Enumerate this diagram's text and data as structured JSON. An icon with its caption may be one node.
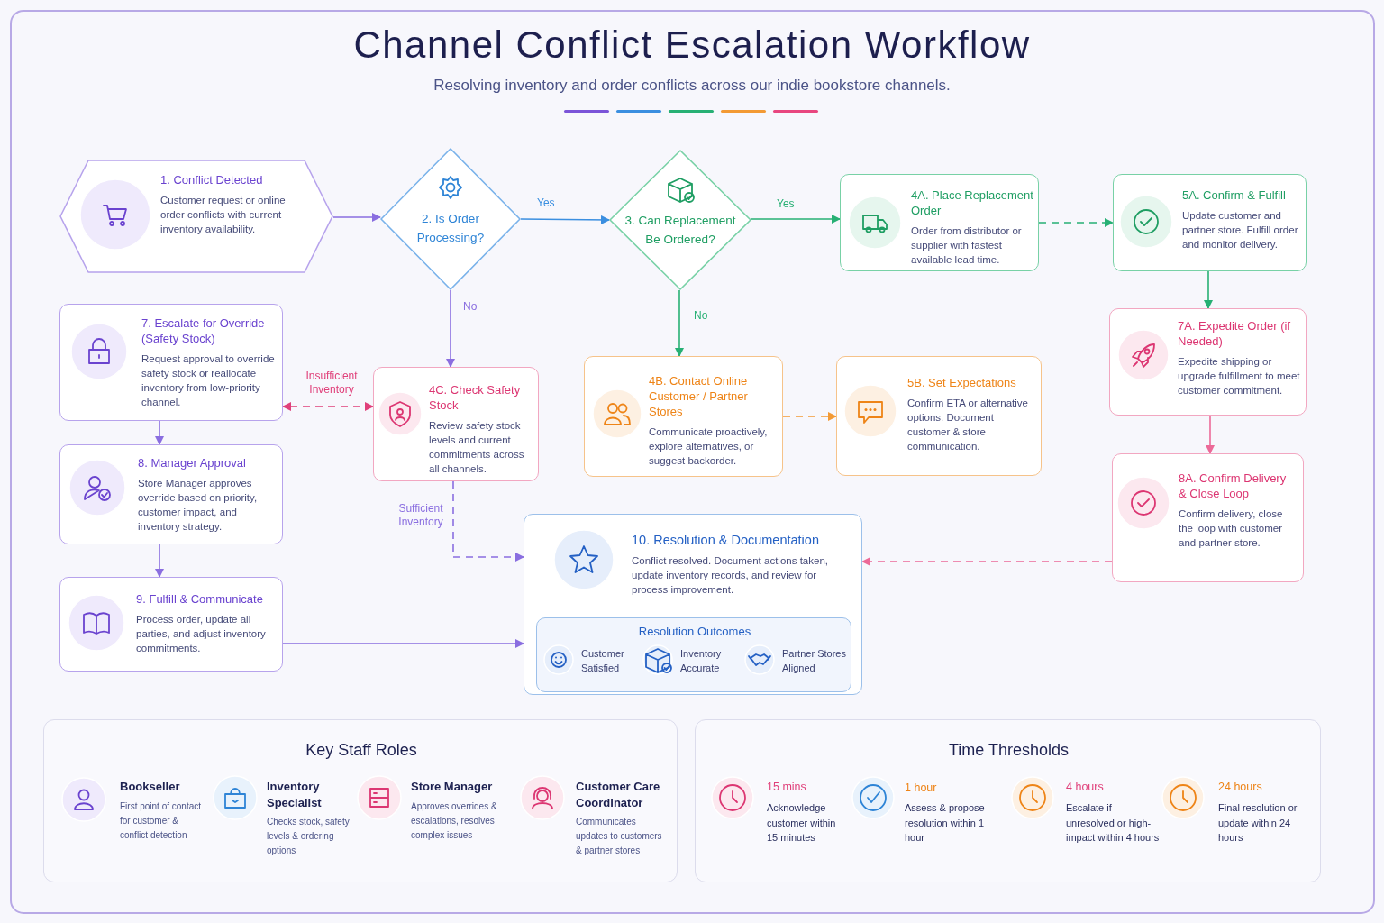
{
  "diagram": {
    "title": "Channel Conflict Escalation Workflow",
    "nodes": [
      {
        "text": [
          "1. Conflict Detected",
          "Customer request or online order conflicts with current inventory availability."
        ]
      },
      {
        "text": [
          "2. Is Order Processing?"
        ]
      },
      {
        "text": [
          "3. Can Replacement Be Ordered?"
        ]
      },
      {
        "text": [
          "4A. Place Replacement Order",
          "Order from distributor or supplier with fastest available lead time."
        ]
      },
      {
        "text": [
          "5A. Confirm & Fulfill",
          "Update customer and partner store. Fulfill order and monitor delivery."
        ]
      },
      {
        "text": [
          "7. Escalate for Override (Safety Stock)",
          "Request approval to override safety stock or reallocate inventory from low-priority channel."
        ]
      },
      {
        "text": [
          "4C. Check Safety Stock",
          "Review safety stock levels and current commitments across all channels."
        ]
      },
      {
        "text": [
          "4B. Contact Online Customer / Partner Stores",
          "Communicate proactively, explore alternatives, or suggest backorder."
        ]
      },
      {
        "text": [
          "5B. Set Expectations",
          "Confirm ETA or alternative options. Document customer & store communication."
        ]
      },
      {
        "text": [
          "7A. Expedite Order (if Needed)",
          "Expedite shipping or upgrade fulfillment to meet customer commitment."
        ]
      },
      {
        "text": [
          "8. Manager Approval",
          "Store Manager approves override based on priority, customer impact, and inventory strategy."
        ]
      },
      {
        "text": [
          "8A. Confirm Delivery & Close Loop",
          "Confirm delivery, close the loop with customer and partner store."
        ]
      },
      {
        "text": [
          "9. Fulfill & Communicate",
          "Process order, update all parties, and adjust inventory commitments."
        ]
      },
      {
        "text": [
          "10. Resolution & Documentation",
          "Conflict resolved. Document actions taken, update inventory records, and review for process improvement."
        ]
      },
      {
        "text": [
          "Resolution Outcomes"
        ],
        "in": 13
      },
      {
        "text": [
          "Key Staff Roles"
        ]
      },
      {
        "text": [
          "Time Thresholds"
        ]
      }
    ],
    "edges": [
      {
        "from": 0,
        "to": 1,
        "arrow": "to"
      },
      {
        "from": 1,
        "to": 2,
        "arrow": "to",
        "label": "Yes",
        "color": "#3b8fe0"
      },
      {
        "from": 2,
        "to": 3,
        "arrow": "to",
        "label": "Yes",
        "color": "#27b074"
      },
      {
        "from": 3,
        "to": 4,
        "arrow": "to",
        "style": "dashed",
        "color": "#27b074"
      },
      {
        "from": 4,
        "to": 9,
        "arrow": "to",
        "color": "#27b074"
      },
      {
        "from": 9,
        "to": 11,
        "arrow": "to",
        "color": "#ec6a98"
      },
      {
        "from": 11,
        "to": 13,
        "arrow": "to",
        "style": "dashed",
        "color": "#ec6a98"
      },
      {
        "from": 1,
        "to": 6,
        "arrow": "to",
        "label": "No"
      },
      {
        "from": 2,
        "to": 7,
        "arrow": "to",
        "label": "No",
        "color": "#27b074"
      },
      {
        "from": 7,
        "to": 8,
        "arrow": "to",
        "style": "dashed",
        "color": "#f39a34"
      },
      {
        "from": 6,
        "to": 5,
        "arrow": "both",
        "style": "dashed",
        "label": "Insufficient Inventory",
        "color": "#e0407a"
      },
      {
        "from": 6,
        "to": 13,
        "arrow": "to",
        "style": "dashed",
        "label": "Sufficient Inventory"
      },
      {
        "from": 5,
        "to": 10,
        "arrow": "to"
      },
      {
        "from": 10,
        "to": 12,
        "arrow": "to"
      },
      {
        "from": 12,
        "to": 13,
        "arrow": "to"
      }
    ],
    "labels": [
      "Resolving inventory and order conflicts across our indie bookstore channels.",
      "Customer Satisfied",
      "Inventory Accurate",
      "Partner Stores Aligned",
      "Bookseller",
      "First point of contact for customer & conflict detection",
      "Inventory Specialist",
      "Checks stock, safety levels & ordering options",
      "Store Manager",
      "Approves overrides & escalations, resolves complex issues",
      "Customer Care Coordinator",
      "Communicates updates to customers & partner stores",
      "15 mins",
      "Acknowledge customer within 15 minutes",
      "1 hour",
      "Assess & propose resolution within 1 hour",
      "4 hours",
      "Escalate if unresolved or high-impact within 4 hours",
      "24 hours",
      "Final resolution or update within 24 hours"
    ]
  }
}
